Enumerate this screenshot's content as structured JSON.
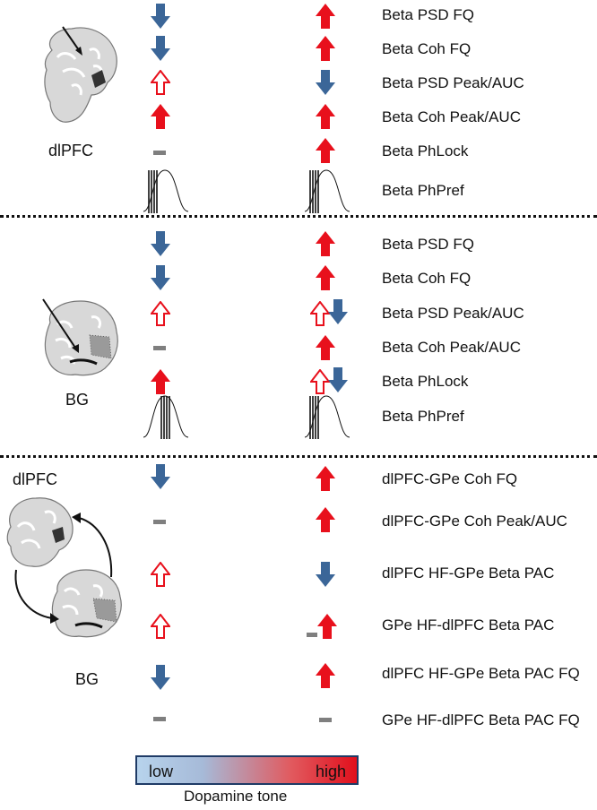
{
  "colors": {
    "decrease": "#3b6698",
    "increase": "#e8101c",
    "hollow_increase": "#e8101c",
    "no_change": "#7f7f7f",
    "legend_low": "#b7d3ec",
    "legend_high": "#e10f1c",
    "legend_border": "#1f3b66"
  },
  "icons": {
    "down": "blue-down-arrow-icon",
    "up": "red-up-arrow-icon",
    "up_hollow": "hollow-red-up-arrow-icon",
    "none": "grey-dash-icon",
    "phase_pref": "sine-wave-phase-icon",
    "brain": "brain-section-icon"
  },
  "sections": [
    {
      "region_labels": [
        "dlPFC"
      ],
      "rows": [
        {
          "label": "Beta PSD FQ",
          "low": "down",
          "high": "up"
        },
        {
          "label": "Beta Coh FQ",
          "low": "down",
          "high": "up"
        },
        {
          "label": "Beta PSD Peak/AUC",
          "low": "up_hollow",
          "high": "down"
        },
        {
          "label": "Beta Coh Peak/AUC",
          "low": "up",
          "high": "up"
        },
        {
          "label": "Beta PhLock",
          "low": "none",
          "high": "up"
        },
        {
          "label": "Beta PhPref",
          "low": "phase_trough",
          "high": "phase_trough"
        }
      ]
    },
    {
      "region_labels": [
        "BG"
      ],
      "rows": [
        {
          "label": "Beta PSD FQ",
          "low": "down",
          "high": "up"
        },
        {
          "label": "Beta Coh FQ",
          "low": "down",
          "high": "up"
        },
        {
          "label": "Beta PSD Peak/AUC",
          "low": "up_hollow",
          "high": "up_hollow+down"
        },
        {
          "label": "Beta Coh Peak/AUC",
          "low": "none",
          "high": "up"
        },
        {
          "label": "Beta PhLock",
          "low": "up",
          "high": "up_hollow+down"
        },
        {
          "label": "Beta PhPref",
          "low": "phase_peak",
          "high": "phase_trough"
        }
      ]
    },
    {
      "region_labels": [
        "dlPFC",
        "BG"
      ],
      "rows": [
        {
          "label": "dlPFC-GPe Coh FQ",
          "low": "down",
          "high": "up"
        },
        {
          "label": "dlPFC-GPe Coh Peak/AUC",
          "low": "none",
          "high": "up"
        },
        {
          "label": "dlPFC HF-GPe Beta PAC",
          "low": "up_hollow",
          "high": "down"
        },
        {
          "label": "GPe HF-dlPFC Beta PAC",
          "low": "up_hollow",
          "high": "none+up"
        },
        {
          "label": "dlPFC HF-GPe Beta PAC FQ",
          "low": "down",
          "high": "up"
        },
        {
          "label": "GPe HF-dlPFC Beta PAC FQ",
          "low": "none",
          "high": "none"
        }
      ]
    }
  ],
  "legend": {
    "low_label": "low",
    "high_label": "high",
    "caption": "Dopamine tone"
  }
}
